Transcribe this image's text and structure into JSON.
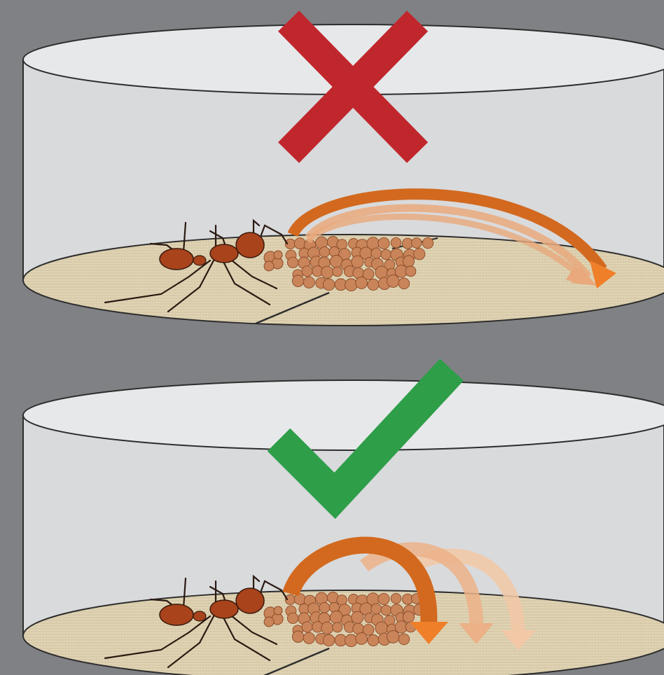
{
  "colors": {
    "background": "#808184",
    "dish_wall": "#d9dadc",
    "dish_rim": "#e7e8ea",
    "dish_floor": "#e2d6b8",
    "ant": "#a8431c",
    "pellet": "#c9845a",
    "arrow_dark": "#d2691e",
    "arrow_light": "#e9a97c",
    "cross": "#c0272d",
    "check": "#2e9e49"
  },
  "panels": [
    {
      "id": "top",
      "verdict_icon": "cross-icon",
      "meaning": "incorrect",
      "pellet_drop": "far"
    },
    {
      "id": "bottom",
      "verdict_icon": "check-icon",
      "meaning": "correct",
      "pellet_drop": "near"
    }
  ]
}
